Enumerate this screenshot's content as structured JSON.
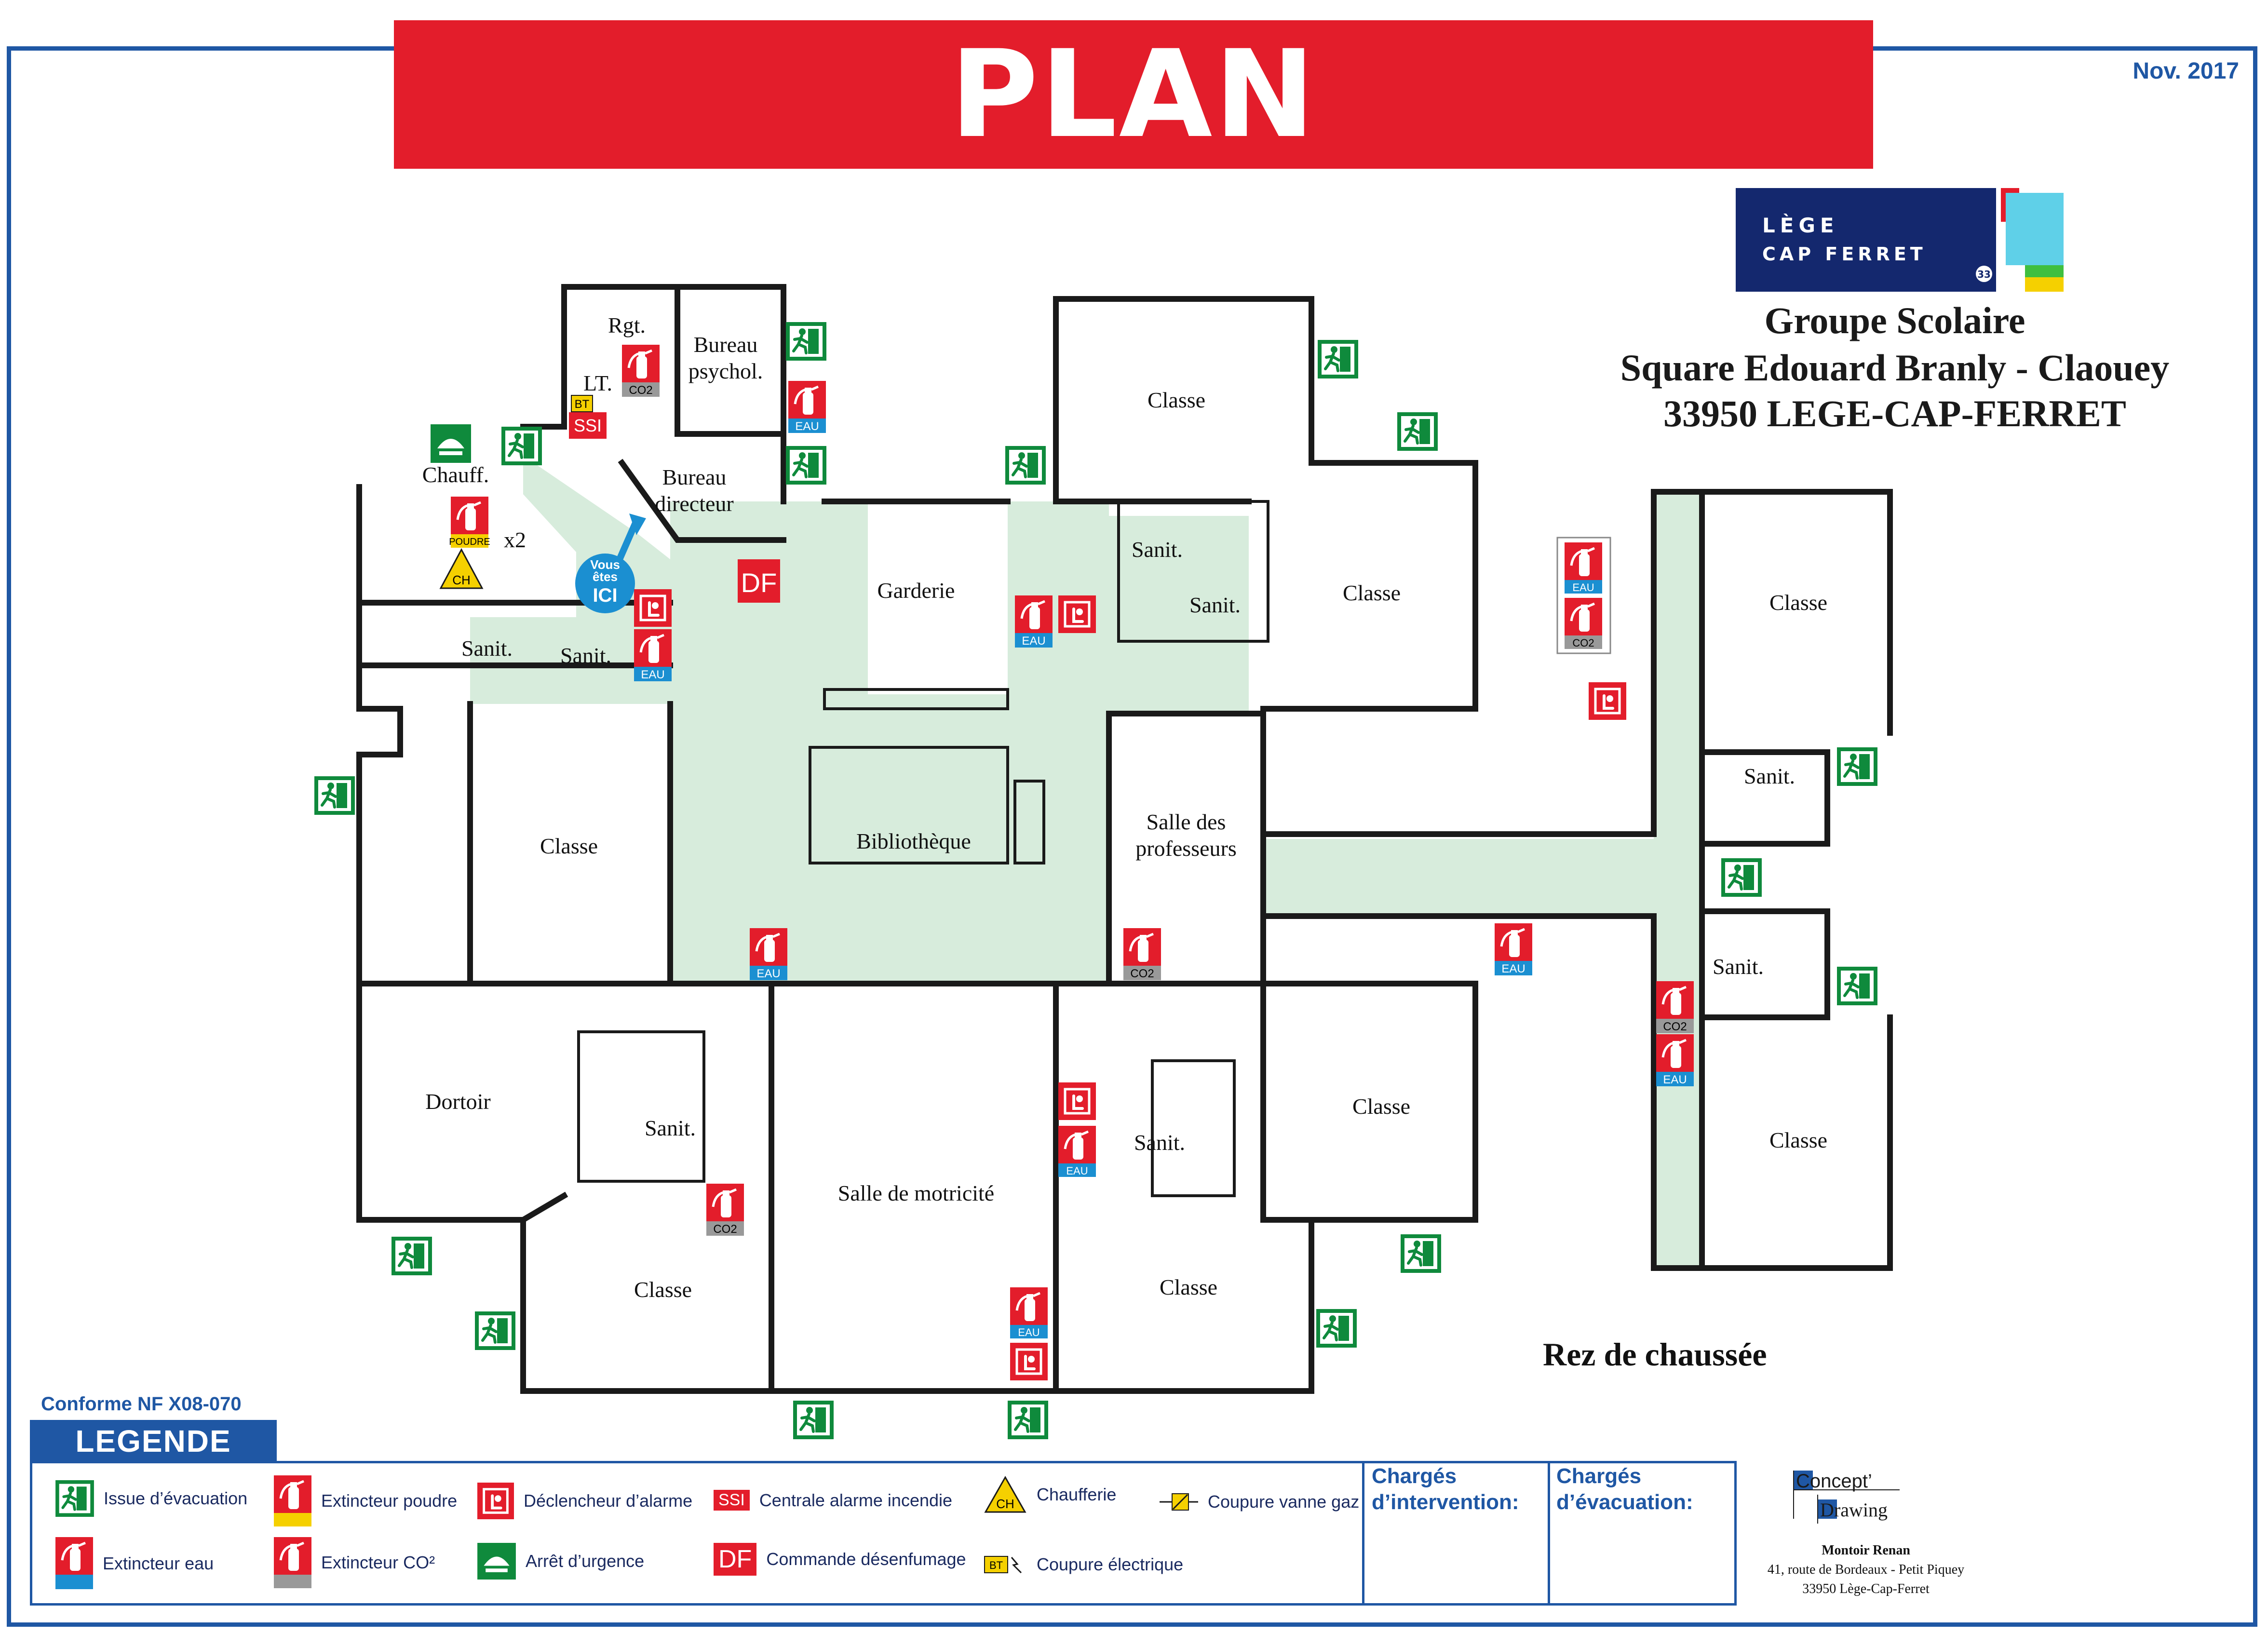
{
  "header": {
    "title": "PLAN D’INTERVENTION",
    "date": "Nov. 2017"
  },
  "logo": {
    "line1": "LÈGE",
    "line2": "CAP FERRET",
    "badge": "33",
    "colors": {
      "navy": "#14286e",
      "red": "#e31d2b",
      "cyan": "#5fd0e8",
      "green": "#3fbf3f",
      "yellow": "#f5d000"
    }
  },
  "school": {
    "line1": "Groupe Scolaire",
    "line2": "Square Edouard Branly - Claouey",
    "line3": "33950 LEGE-CAP-FERRET"
  },
  "floor": "Rez de chaussée",
  "rooms": {
    "rgt": "Rgt.",
    "lt": "LT.",
    "bureau_psy_1": "Bureau",
    "bureau_psy_2": "psychol.",
    "bureau_dir_1": "Bureau",
    "bureau_dir_2": "directeur",
    "chauff": "Chauff.",
    "sanit": "Sanit.",
    "garderie": "Garderie",
    "bibliotheque": "Bibliothèque",
    "salle_prof_1": "Salle des",
    "salle_prof_2": "professeurs",
    "classe": "Classe",
    "dortoir": "Dortoir",
    "motricite": "Salle de motricité"
  },
  "here": {
    "line1": "Vous",
    "line2": "êtes",
    "line3": "ICI"
  },
  "tags": {
    "eau": "EAU",
    "co2": "CO2",
    "poudre": "POUDRE",
    "ssi": "SSI",
    "df": "DF",
    "bt": "BT",
    "ch": "CH",
    "x2": "x2"
  },
  "legend": {
    "conformity": "Conforme NF X08-070",
    "title": "LEGENDE",
    "items": [
      "Issue d’évacuation",
      "Extincteur eau",
      "Extincteur poudre",
      "Extincteur CO²",
      "Déclencheur d’alarme",
      "Arrêt d’urgence",
      "Centrale alarme incendie",
      "Commande désenfumage",
      "Chaufferie",
      "Coupure électrique",
      "Coupure vanne gaz"
    ],
    "charges_intervention_1": "Chargés",
    "charges_intervention_2": "d’intervention:",
    "charges_evacuation_1": "Chargés",
    "charges_evacuation_2": "d’évacuation:"
  },
  "credits": {
    "logo_1": "Concept’",
    "logo_2": "Drawing",
    "line1": "Montoir Renan",
    "line2": "41, route de Bordeaux - Petit Piquey",
    "line3": "33950 Lège-Cap-Ferret"
  },
  "colors": {
    "corridor": "#d7ecdc",
    "wall": "#1a1a1a",
    "exit_green": "#0f8a3c",
    "red": "#e31d2b",
    "blue": "#1f57a4",
    "here_blue": "#1b8fd1"
  }
}
